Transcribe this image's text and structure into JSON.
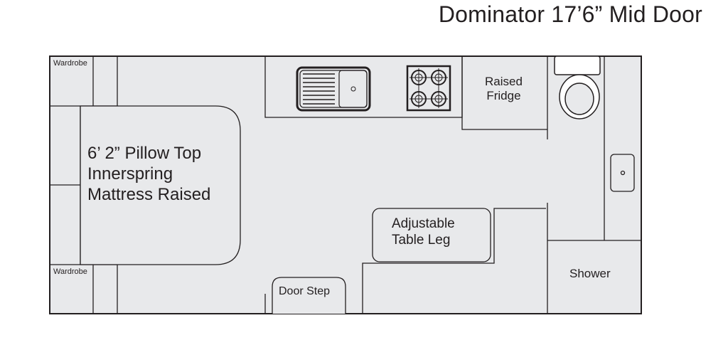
{
  "title": "Dominator 17’6” Mid Door",
  "labels": {
    "wardrobe_top": "Wardrobe",
    "wardrobe_bottom": "Wardrobe",
    "bed": "6’ 2” Pillow Top\nInnerspring\nMattress Raised",
    "fridge": "Raised\nFridge",
    "table": "Adjustable\nTable Leg",
    "door_step": "Door Step",
    "shower": "Shower"
  },
  "icons": [
    "sink-icon",
    "stove-icon",
    "toilet-icon",
    "basin-icon"
  ],
  "colors": {
    "floor": "#e8e9eb",
    "line": "#231f20",
    "fixture": "#d6d7d9"
  }
}
